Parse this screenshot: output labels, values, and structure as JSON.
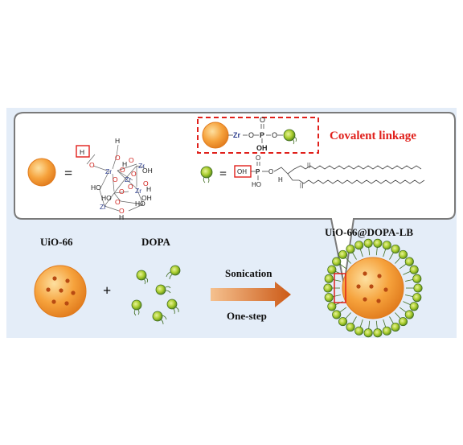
{
  "figure": {
    "colors": {
      "panel_bg": "#e4edf8",
      "callout_fill": "#ffffff",
      "callout_stroke": "#7a7a7a",
      "mof_orange": "#f08a24",
      "mof_light": "#fbd28a",
      "mof_dot": "#b84a12",
      "dopa_green": "#a9cc2c",
      "dopa_dark": "#3d6b1d",
      "dashed_red": "#e0201b",
      "zr_text": "#2c3d8c",
      "o_text": "#d0201b",
      "arrow": "#cc5a17"
    },
    "callout": {
      "equals_1": "=",
      "equals_2": "=",
      "covalent_label": "Covalent linkage",
      "linkage_atoms": {
        "zr": "Zr",
        "o1": "O",
        "p": "P",
        "o_top": "O",
        "o2": "O",
        "oh": "OH"
      },
      "dopa_atoms": {
        "oh_boxed": "OH",
        "p": "P",
        "o_dbl": "O",
        "ho": "HO",
        "o": "O",
        "h": "H"
      },
      "cluster_atoms": {
        "h_boxed": "H",
        "h_top": "H",
        "zr": [
          "Zr",
          "Zr",
          "Zr",
          "Zr",
          "Zr"
        ],
        "o": [
          "O",
          "O",
          "O",
          "O",
          "O",
          "O",
          "O",
          "O",
          "O",
          "O",
          "O"
        ],
        "ho": [
          "HO",
          "HO",
          "HO"
        ],
        "oh": [
          "OH",
          "OH"
        ],
        "h": [
          "H",
          "H",
          "H"
        ]
      }
    },
    "labels": {
      "uio": "UiO-66",
      "dopa": "DOPA",
      "product": "UiO-66@DOPA-LB",
      "plus": "+",
      "arrow_top": "Sonication",
      "arrow_bottom": "One-step"
    }
  }
}
